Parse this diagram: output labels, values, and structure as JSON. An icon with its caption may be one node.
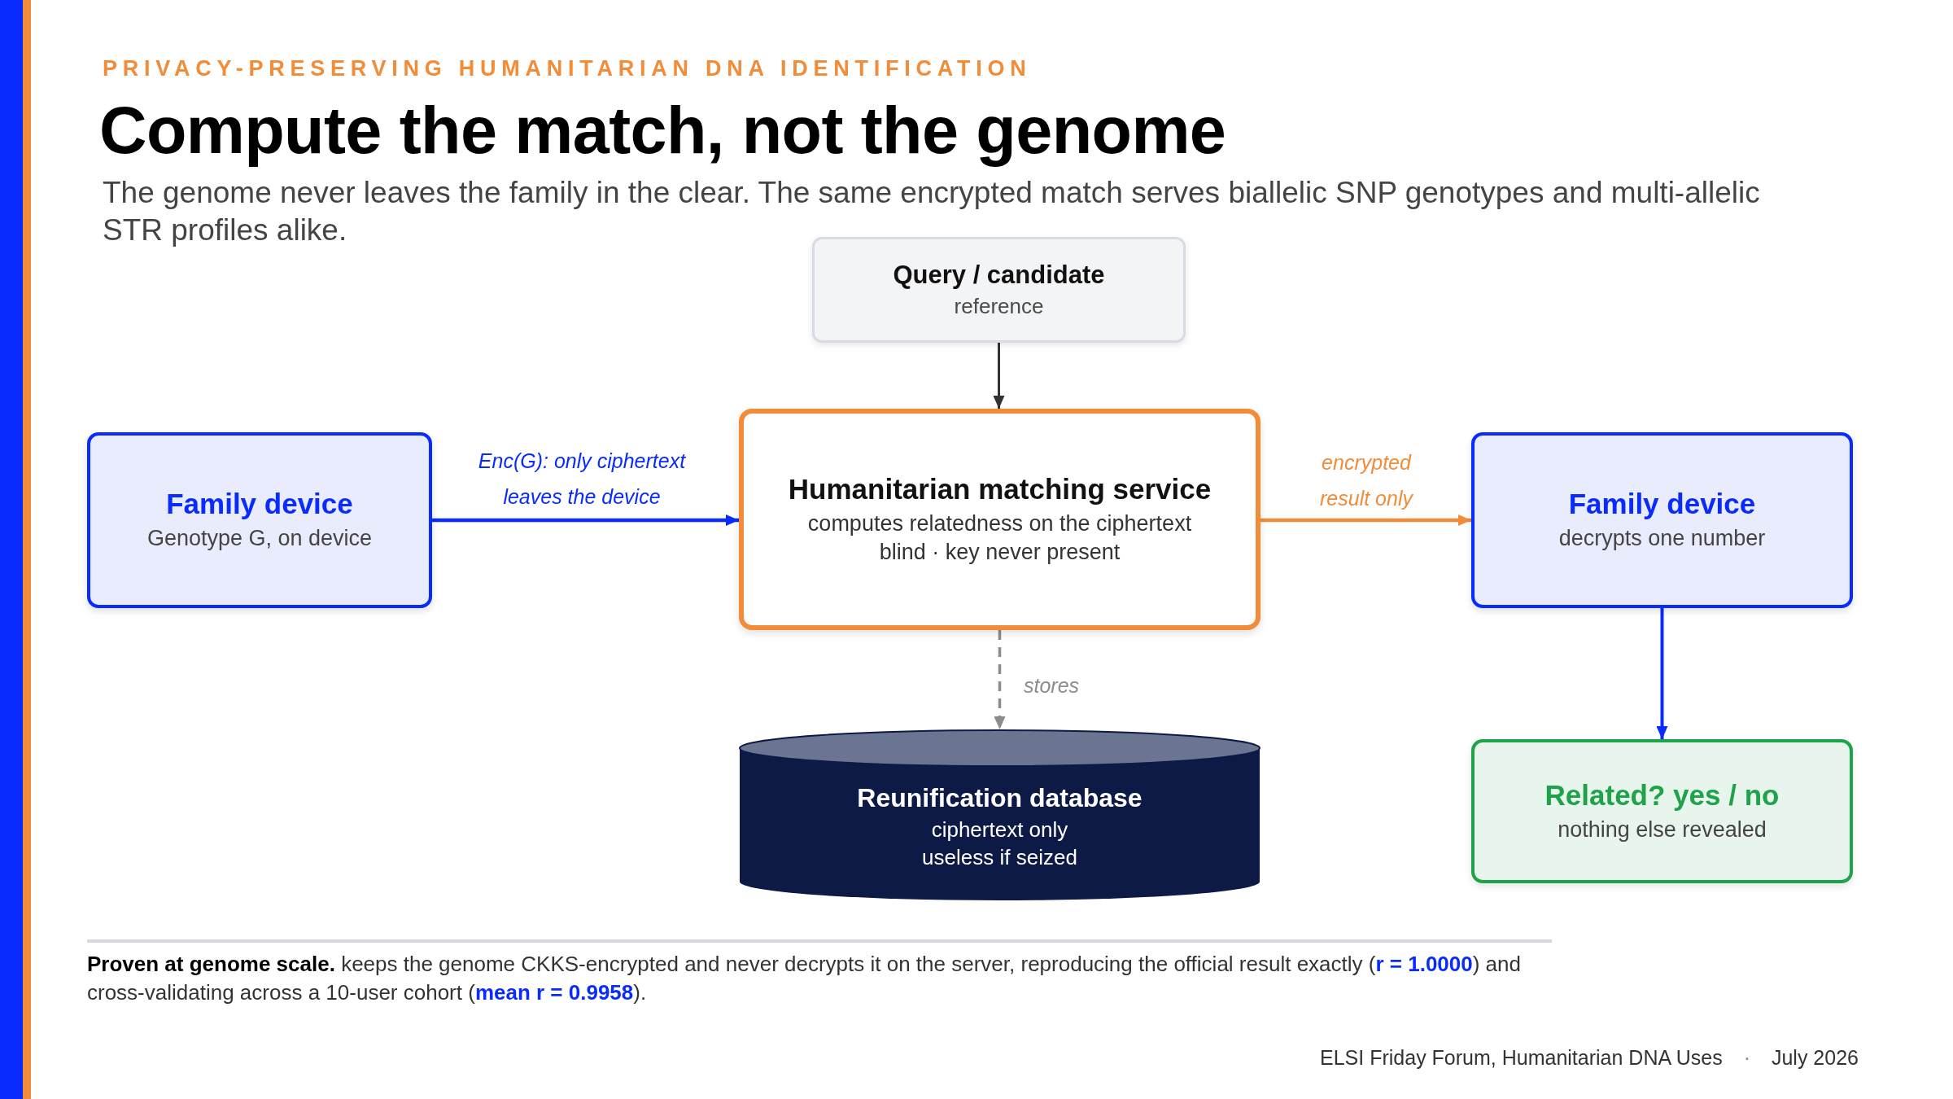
{
  "diagram": {
    "title": "Compute the match, not the genome",
    "nodes": [
      {
        "text": [
          "Query / candidate",
          "reference"
        ]
      },
      {
        "text": [
          "Family device",
          "Genotype G, on device"
        ]
      },
      {
        "text": [
          "Humanitarian matching service",
          "computes relatedness on the ciphertext",
          "blind · key never present"
        ]
      },
      {
        "text": [
          "Family device",
          "decrypts one number"
        ]
      },
      {
        "text": [
          "Reunification database",
          "ciphertext only",
          "useless if seized"
        ]
      },
      {
        "text": [
          "Related? yes / no",
          "nothing else revealed"
        ]
      }
    ],
    "edges": [
      {
        "from": 0,
        "to": 2,
        "arrow": "to",
        "color": "#333333"
      },
      {
        "from": 1,
        "to": 2,
        "arrow": "to",
        "label": "Enc(G): only ciphertext leaves the device",
        "color": "#0a2bff"
      },
      {
        "from": 2,
        "to": 3,
        "arrow": "to",
        "label": "encrypted result only",
        "color": "#f28c38"
      },
      {
        "from": 2,
        "to": 4,
        "arrow": "to",
        "label": "stores",
        "style": "dashed",
        "color": "#8c8c8c"
      },
      {
        "from": 3,
        "to": 5,
        "arrow": "to",
        "color": "#0a2bff"
      }
    ],
    "labels": [
      "PRIVACY-PRESERVING HUMANITARIAN DNA IDENTIFICATION",
      "The genome never leaves the family in the clear. The same encrypted match serves biallelic SNP genotypes and multi-allelic STR profiles alike.",
      "**Proven at genome scale.** keeps the genome CKKS-encrypted and never decrypts it on the server, reproducing the official result exactly (**r = 1.0000**) and cross-validating across a 10-user cohort (**mean r = 0.9958**).",
      "ELSI Friday Forum, Humanitarian DNA Uses",
      "·",
      "July 2026"
    ]
  }
}
